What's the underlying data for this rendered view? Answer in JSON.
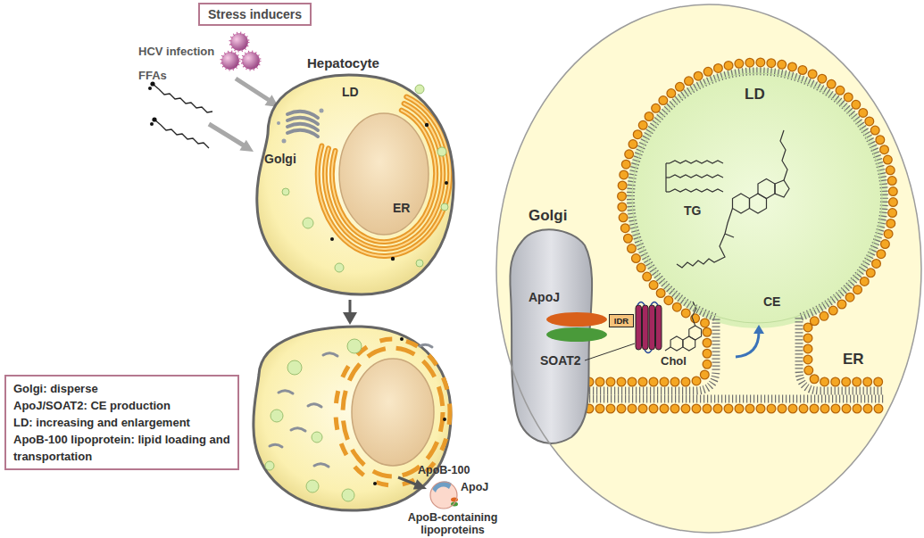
{
  "diagram": {
    "nodes": [
      {
        "text": [
          "Stress inducers"
        ]
      },
      {
        "text": [
          "Hepatocyte",
          "LD",
          "Golgi",
          "ER"
        ]
      },
      {
        "text": [
          "Golgi: disperse",
          "ApoJ/SOAT2: CE production",
          "LD: increasing and enlargement",
          "ApoB-100 lipoprotein: lipid loading and transportation"
        ]
      },
      {
        "text": [
          "ApoB-100",
          "ApoJ",
          "ApoB-containing lipoproteins"
        ]
      },
      {
        "text": [
          "Golgi",
          "ApoJ",
          "SOAT2",
          "Chol",
          "ER"
        ]
      },
      {
        "text": [
          "LD",
          "TG",
          "CE"
        ],
        "in": 4
      },
      {
        "text": [
          "IDR"
        ],
        "in": 4
      }
    ],
    "labels": [
      "HCV infection",
      "FFAs"
    ]
  }
}
